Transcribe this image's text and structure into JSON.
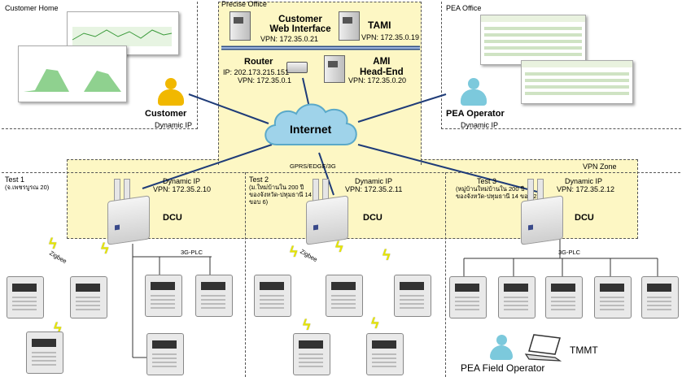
{
  "zones": {
    "customer_home": "Customer Home",
    "precise_office": "Precise Office",
    "pea_office": "PEA Office",
    "vpn_zone": "VPN Zone"
  },
  "servers": {
    "cwi_name": "Customer\nWeb Interface",
    "cwi_vpn": "VPN: 172.35.0.21",
    "tami_name": "TAMI",
    "tami_vpn": "VPN: 172.35.0.19",
    "router_name": "Router",
    "router_ip": "IP: 202.173.215.151",
    "router_vpn": "VPN: 172.35.0.1",
    "ami_name": "AMI\nHead-End",
    "ami_vpn": "VPN: 172.35.0.20"
  },
  "internet": {
    "label": "Internet",
    "link": "GPRS/EDGE/3G"
  },
  "actors": {
    "customer": "Customer",
    "customer_ip": "Dynamic IP",
    "pea_operator": "PEA Operator",
    "pea_operator_ip": "Dynamic IP",
    "field_operator": "PEA Field Operator",
    "tmmt": "TMMT"
  },
  "tests": [
    {
      "name": "Test 1",
      "note": "(จ.เพชรบูรณ 20)",
      "ip": "Dynamic IP",
      "vpn": "VPN: 172.35.2.10",
      "dcu": "DCU"
    },
    {
      "name": "Test 2",
      "note": "(ม.ใหม่บ้านใน 200 ปี\nของจังหวัด-ปทุมธานี 14\nขอบ 6)",
      "ip": "Dynamic IP",
      "vpn": "VPN: 172.35.2.11",
      "dcu": "DCU"
    },
    {
      "name": "Test 3",
      "note": "(หมู่บ้านใหม่บ้านใน 200 ปี\nของจังหวัด-ปทุมธานี 14 ขอบ 2)",
      "ip": "Dynamic IP",
      "vpn": "VPN: 172.35.2.12",
      "dcu": "DCU"
    }
  ],
  "links": {
    "zigbee1": "Zigbee",
    "zigbee2": "Zigbee",
    "plc1": "3G-PLC",
    "plc3": "3G-PLC"
  },
  "colors": {
    "yellow_zone": "#fdf7c4",
    "network_line": "#1f3c78",
    "cloud": "#9fd3ea",
    "customer_figure": "#f1b800",
    "operator_figure": "#7cc9dc"
  }
}
